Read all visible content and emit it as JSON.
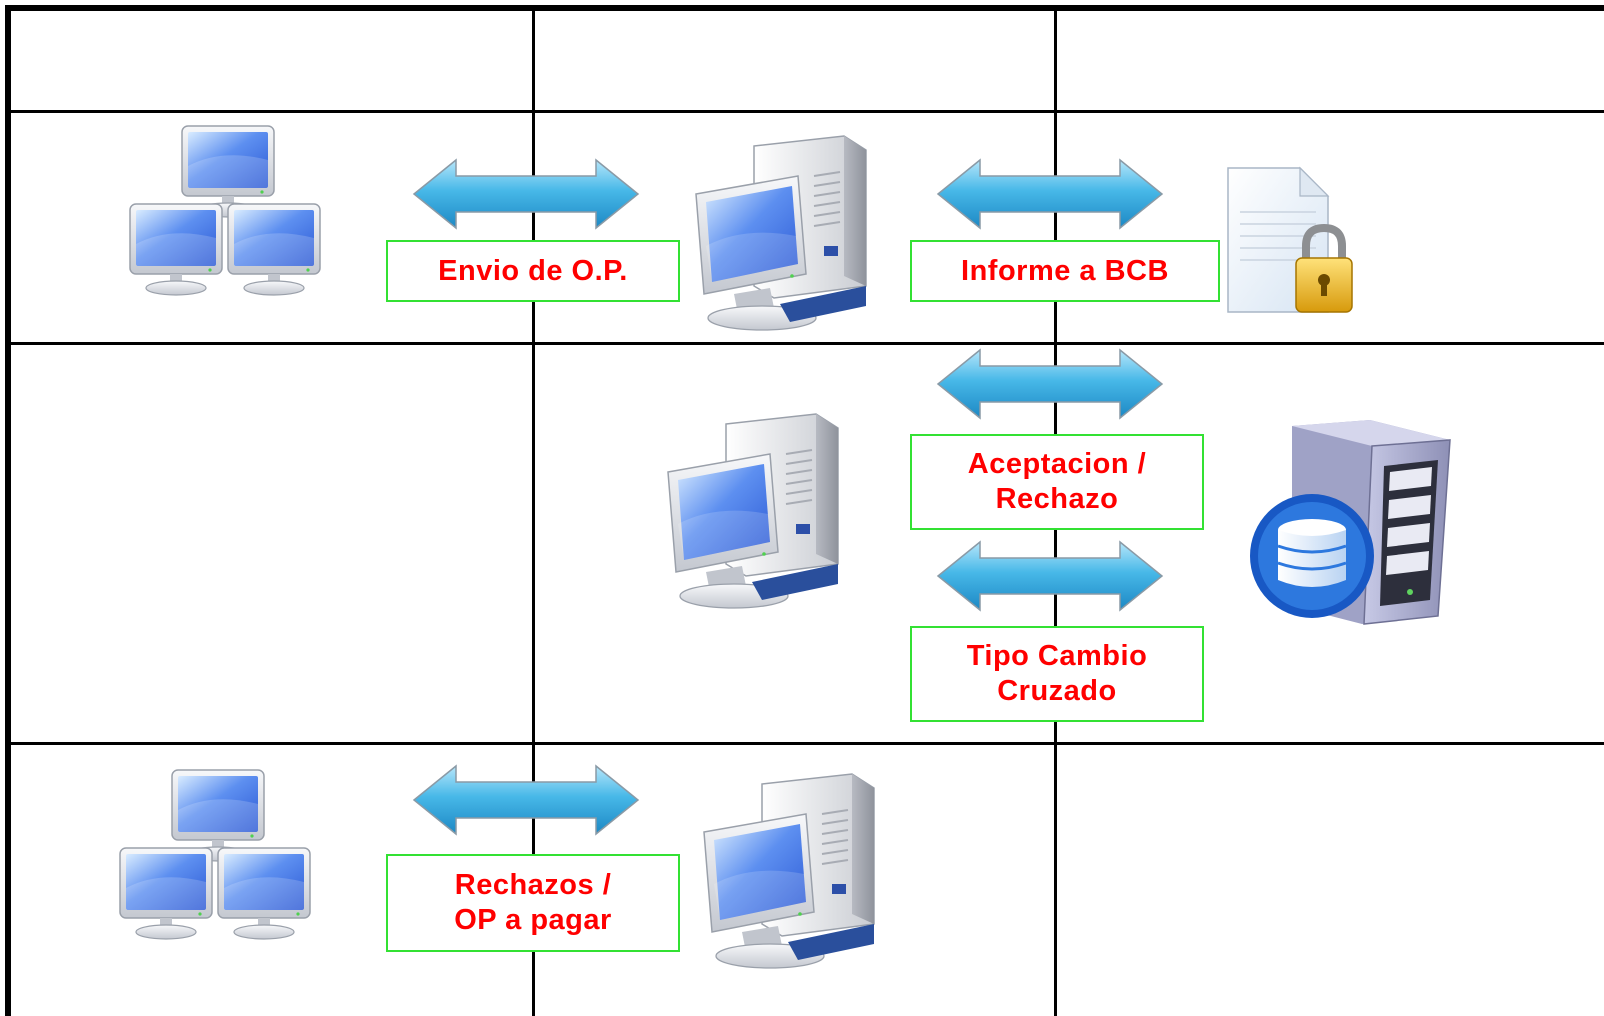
{
  "labels": {
    "envio": "Envio de O.P.",
    "informe": "Informe a BCB",
    "aceptacion": "Aceptacion /\nRechazo",
    "tipo_cambio": "Tipo Cambio\nCruzado",
    "rechazos": "Rechazos /\nOP a pagar"
  },
  "icons": {
    "network_top": "network-computers-icon",
    "workstation_top": "desktop-computer-icon",
    "document": "locked-document-icon",
    "workstation_mid": "desktop-computer-icon",
    "database_server": "database-server-icon",
    "network_bottom": "network-computers-icon",
    "workstation_bottom": "desktop-computer-icon"
  },
  "colors": {
    "label_text": "#ff0000",
    "label_border": "#33e133",
    "arrow": "#3fb4e4",
    "grid": "#000000"
  }
}
